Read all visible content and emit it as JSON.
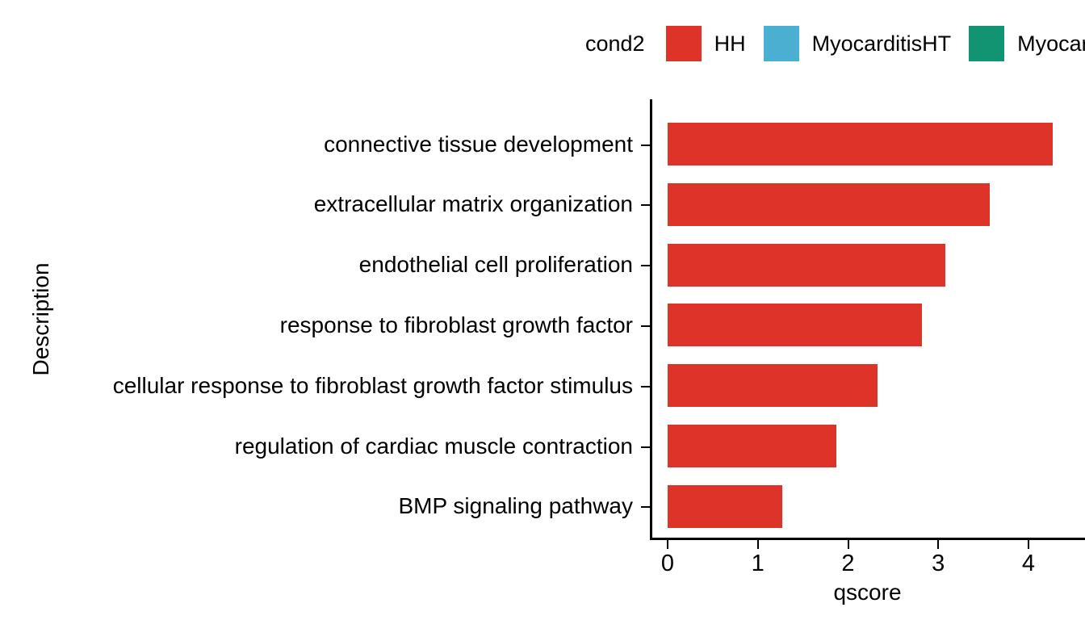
{
  "legend": {
    "title": "cond2",
    "items": [
      {
        "label": "HH",
        "color": "#DD3328",
        "swatch_name": "legend-swatch-hh"
      },
      {
        "label": "MyocarditisHT",
        "color": "#4BAFD1",
        "swatch_name": "legend-swatch-myocarditisht"
      },
      {
        "label": "Myocard",
        "color": "#129472",
        "swatch_name": "legend-swatch-myocard-truncated"
      }
    ]
  },
  "axes": {
    "x_title": "qscore",
    "y_title": "Description",
    "x_ticks": [
      "0",
      "1",
      "2",
      "3",
      "4"
    ]
  },
  "chart_data": {
    "type": "bar",
    "orientation": "horizontal",
    "title": "",
    "xlabel": "qscore",
    "ylabel": "Description",
    "xlim": [
      0,
      4.8
    ],
    "grid": false,
    "legend_title": "cond2",
    "legend_position": "top",
    "legend_entries": [
      "HH",
      "MyocarditisHT",
      "Myocard"
    ],
    "series": [
      {
        "name": "HH",
        "color": "#DD3328",
        "values": [
          4.27,
          3.57,
          3.08,
          2.82,
          2.33,
          1.87,
          1.27
        ]
      }
    ],
    "categories": [
      "connective tissue development",
      "extracellular matrix organization",
      "endothelial cell proliferation",
      "response to fibroblast growth factor",
      "cellular response to fibroblast growth factor stimulus",
      "regulation of cardiac muscle contraction",
      "BMP signaling pathway"
    ]
  }
}
